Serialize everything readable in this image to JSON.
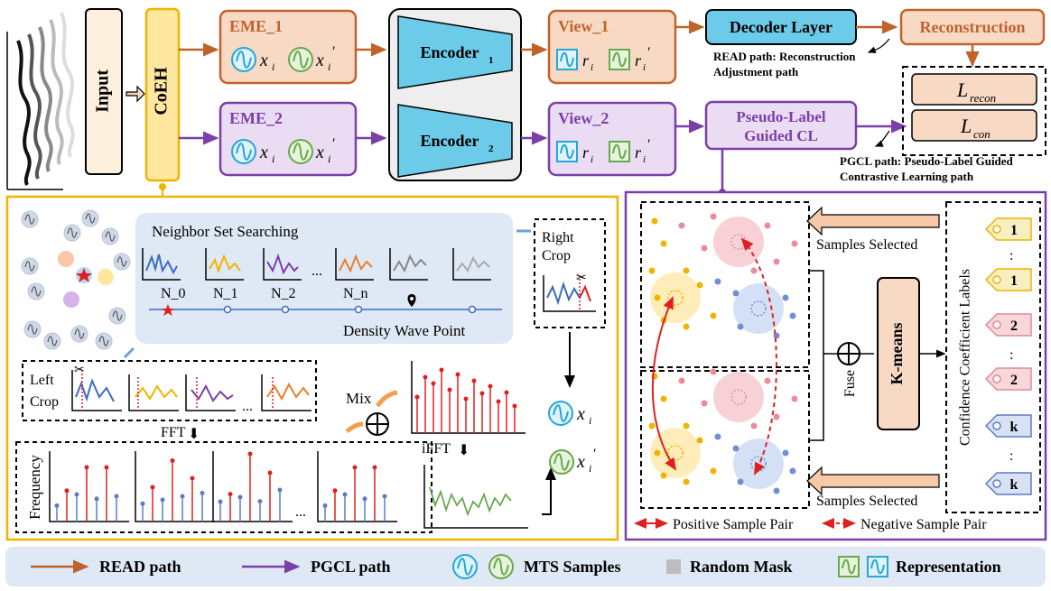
{
  "top": {
    "input_label": "Input",
    "coeh_label": "CoEH",
    "eme1_title": "EME_1",
    "eme2_title": "EME_2",
    "encoder_label": "Encoder",
    "encoder1_sub": "1",
    "encoder2_sub": "2",
    "view1_title": "View_1",
    "view2_title": "View_2",
    "decoder_label": "Decoder Layer",
    "reconstruction_label": "Reconstruction",
    "pgcl_box_line1": "Pseudo-Label",
    "pgcl_box_line2": "Guided CL",
    "read_note_line1": "READ path: Reconstruction",
    "read_note_line2": "Adjustment path",
    "pgcl_note_line1": "PGCL path: Pseudo-Label Guided",
    "pgcl_note_line2": "Contrastive Learning path",
    "x_i": "x",
    "x_sub": "i",
    "r_i": "r",
    "r_sub": "i",
    "prime": "′",
    "loss_recon_base": "L",
    "loss_recon_sub": "recon",
    "loss_con_base": "L",
    "loss_con_sub": "con"
  },
  "left_panel": {
    "neighbor_title": "Neighbor Set Searching",
    "neighbor_labels": [
      "N_0",
      "N_1",
      "N_2",
      "N_n"
    ],
    "ellipsis": "...",
    "density_label": "Density Wave Point",
    "right_crop_label": "Right\nCrop",
    "right_crop_line1": "Right",
    "right_crop_line2": "Crop",
    "left_crop_line1": "Left",
    "left_crop_line2": "Crop",
    "fft_label": "FFT",
    "ifft_label": "iFFT",
    "mix_label": "Mix",
    "frequency_label": "Frequency"
  },
  "right_panel": {
    "samples_selected_top": "Samples Selected",
    "samples_selected_bottom": "Samples Selected",
    "fuse_label": "Fuse",
    "kmeans_label": "K-means",
    "confidence_label": "Confidence Coefficient Labels",
    "tags": [
      "1",
      "1",
      "2",
      "2",
      "k",
      "k"
    ],
    "tag_dots": ":",
    "positive_pair": "Positive Sample Pair",
    "negative_pair": "Negative Sample Pair"
  },
  "legend": {
    "read_path": "READ path",
    "pgcl_path": "PGCL path",
    "mts_samples": "MTS Samples",
    "random_mask": "Random Mask",
    "representation": "Representation"
  },
  "colors": {
    "orange_stroke": "#c0632a",
    "orange_fill": "#f8d9c4",
    "purple_stroke": "#7b3fa8",
    "purple_fill": "#eadcf3",
    "yellow_stroke": "#f0b400",
    "yellow_fill": "#ffe7a0",
    "blue_fill": "#6ccbe8",
    "green": "#6aa84f",
    "red": "#e02020",
    "legend_bg": "#dfe9f5"
  }
}
